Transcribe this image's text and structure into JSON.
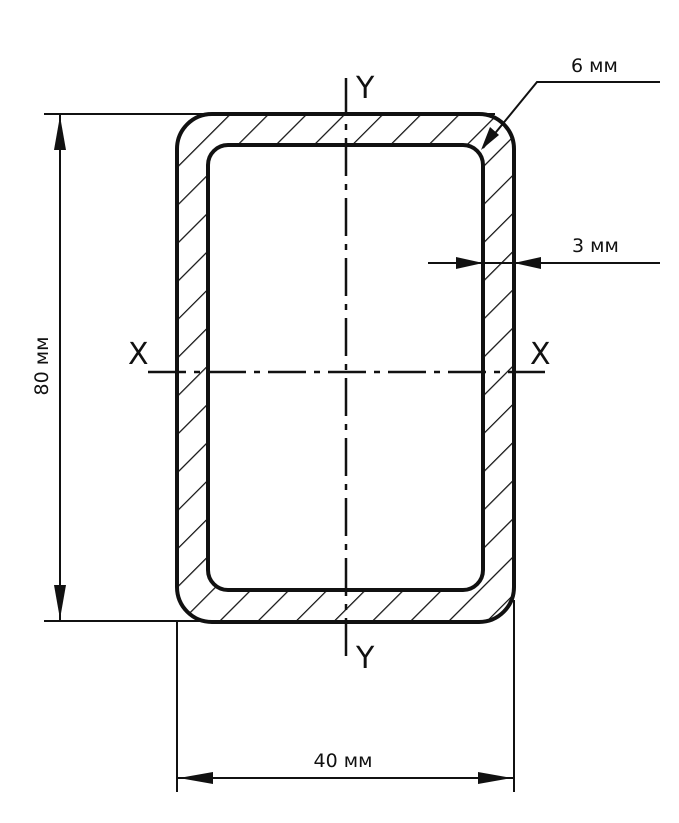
{
  "title": "Rectangular hollow section profile",
  "dimensions": {
    "height": "80 мм",
    "width": "40 мм",
    "wall_thickness": "3 мм",
    "corner_radius": "6 мм"
  },
  "axes": {
    "x_left": "X",
    "x_right": "X",
    "y_top": "Y",
    "y_bottom": "Y"
  },
  "colors": {
    "line": "#111111",
    "background": "#ffffff"
  }
}
